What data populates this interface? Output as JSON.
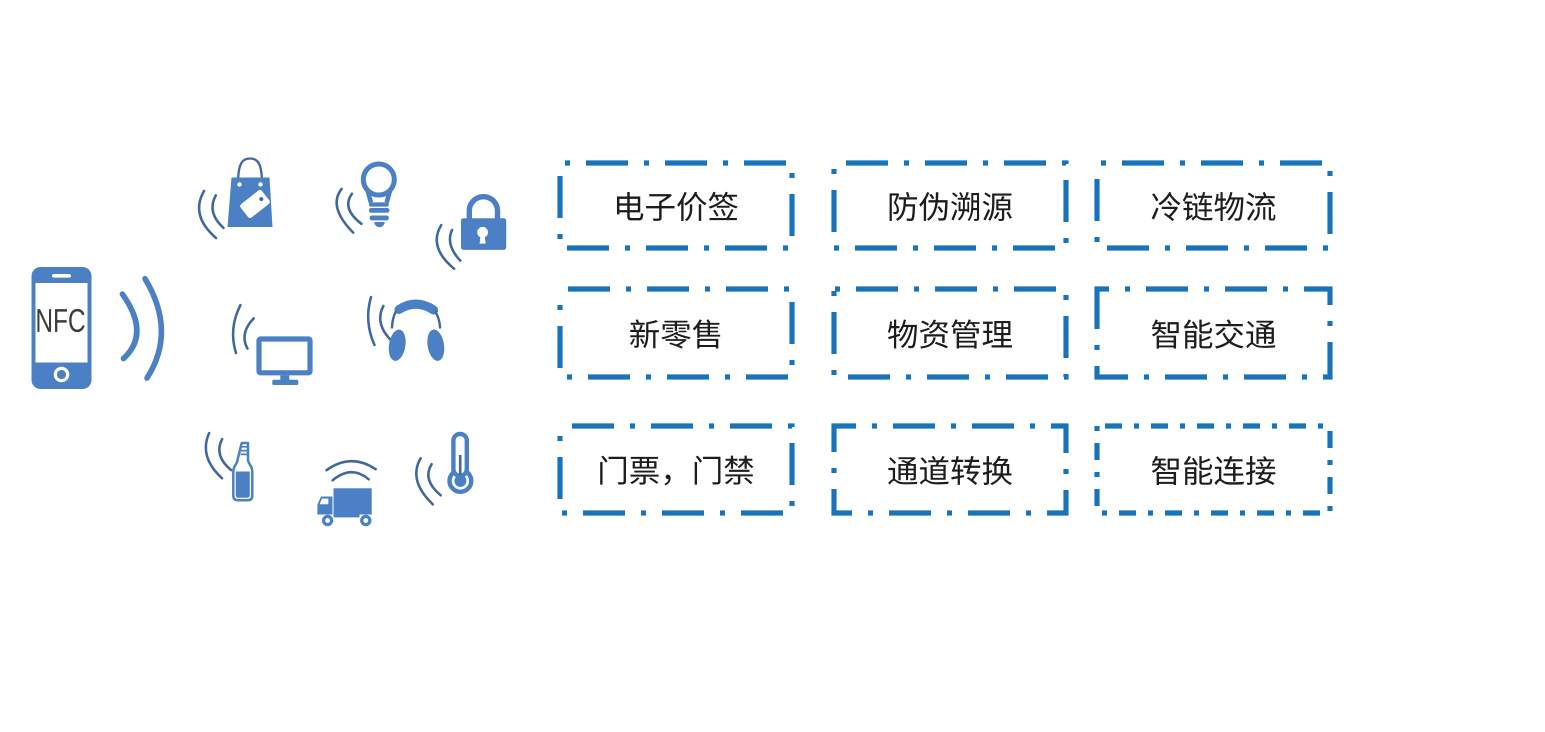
{
  "page": {
    "background": "#ffffff",
    "type": "nfc-applications-diagram"
  },
  "colors": {
    "icon_blue": "#4b80c5",
    "wave_blue": "#40689a",
    "box_border_blue": "#1873ba",
    "label_text": "#1d1d1d",
    "phone_text": "#3b3b3b"
  },
  "phone": {
    "label": "NFC",
    "icon": "nfc-smartphone-icon"
  },
  "devices": [
    {
      "icon": "shopping-bag-icon"
    },
    {
      "icon": "light-bulb-icon"
    },
    {
      "icon": "padlock-icon"
    },
    {
      "icon": "monitor-icon"
    },
    {
      "icon": "headphones-icon"
    },
    {
      "icon": "bottle-icon"
    },
    {
      "icon": "truck-icon"
    },
    {
      "icon": "thermometer-icon"
    }
  ],
  "usecases": {
    "grid": {
      "rows": 3,
      "cols": 3
    },
    "items": [
      {
        "label": "电子价签"
      },
      {
        "label": "防伪溯源"
      },
      {
        "label": "冷链物流"
      },
      {
        "label": "新零售"
      },
      {
        "label": "物资管理"
      },
      {
        "label": "智能交通"
      },
      {
        "label": "门票，门禁"
      },
      {
        "label": "通道转换"
      },
      {
        "label": "智能连接"
      }
    ]
  }
}
